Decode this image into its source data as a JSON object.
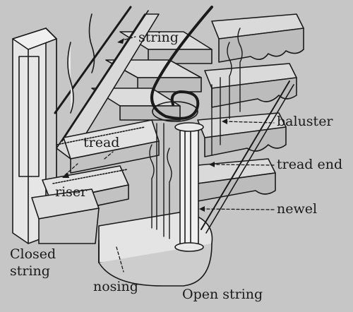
{
  "labels": {
    "string": "string",
    "baluster": "baluster",
    "tread_end": "tread end",
    "newel": "newel",
    "tread": "tread",
    "riser": "riser",
    "closed_string": "Closed string",
    "nosing": "nosing",
    "open_string": "Open string"
  },
  "colors": {
    "background": "#c6c6c6",
    "ink": "#1a1a1a",
    "paper": "#e6e6e6"
  }
}
